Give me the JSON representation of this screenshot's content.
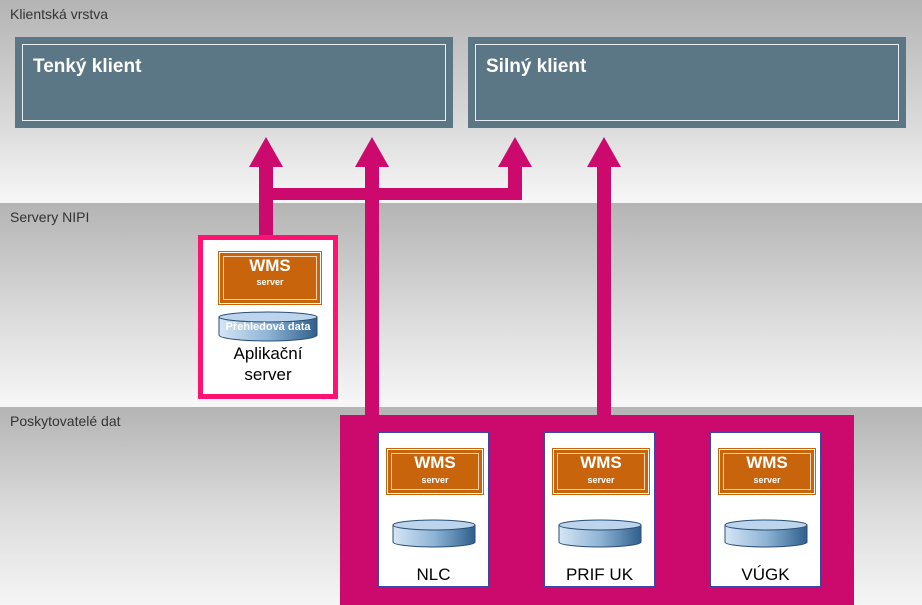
{
  "layers": {
    "client": "Klientská vrstva",
    "servers": "Servery NIPI",
    "providers": "Poskytovatelé dat"
  },
  "clients": {
    "thin": "Tenký klient",
    "thick": "Silný klient"
  },
  "app_server": {
    "wms_title": "WMS",
    "wms_sub": "server",
    "db_label": "Přehledová data",
    "label_line1": "Aplikační",
    "label_line2": "server"
  },
  "providers": [
    {
      "wms_title": "WMS",
      "wms_sub": "server",
      "label": "NLC"
    },
    {
      "wms_title": "WMS",
      "wms_sub": "server",
      "label": "PRIF UK"
    },
    {
      "wms_title": "WMS",
      "wms_sub": "server",
      "label": "VÚGK"
    }
  ],
  "colors": {
    "magenta": "#cc0a6e",
    "pink_border": "#ff1272",
    "client_box": "#5b7786",
    "wms_orange": "#c8650c",
    "db_blue": "#8fb4d6"
  }
}
